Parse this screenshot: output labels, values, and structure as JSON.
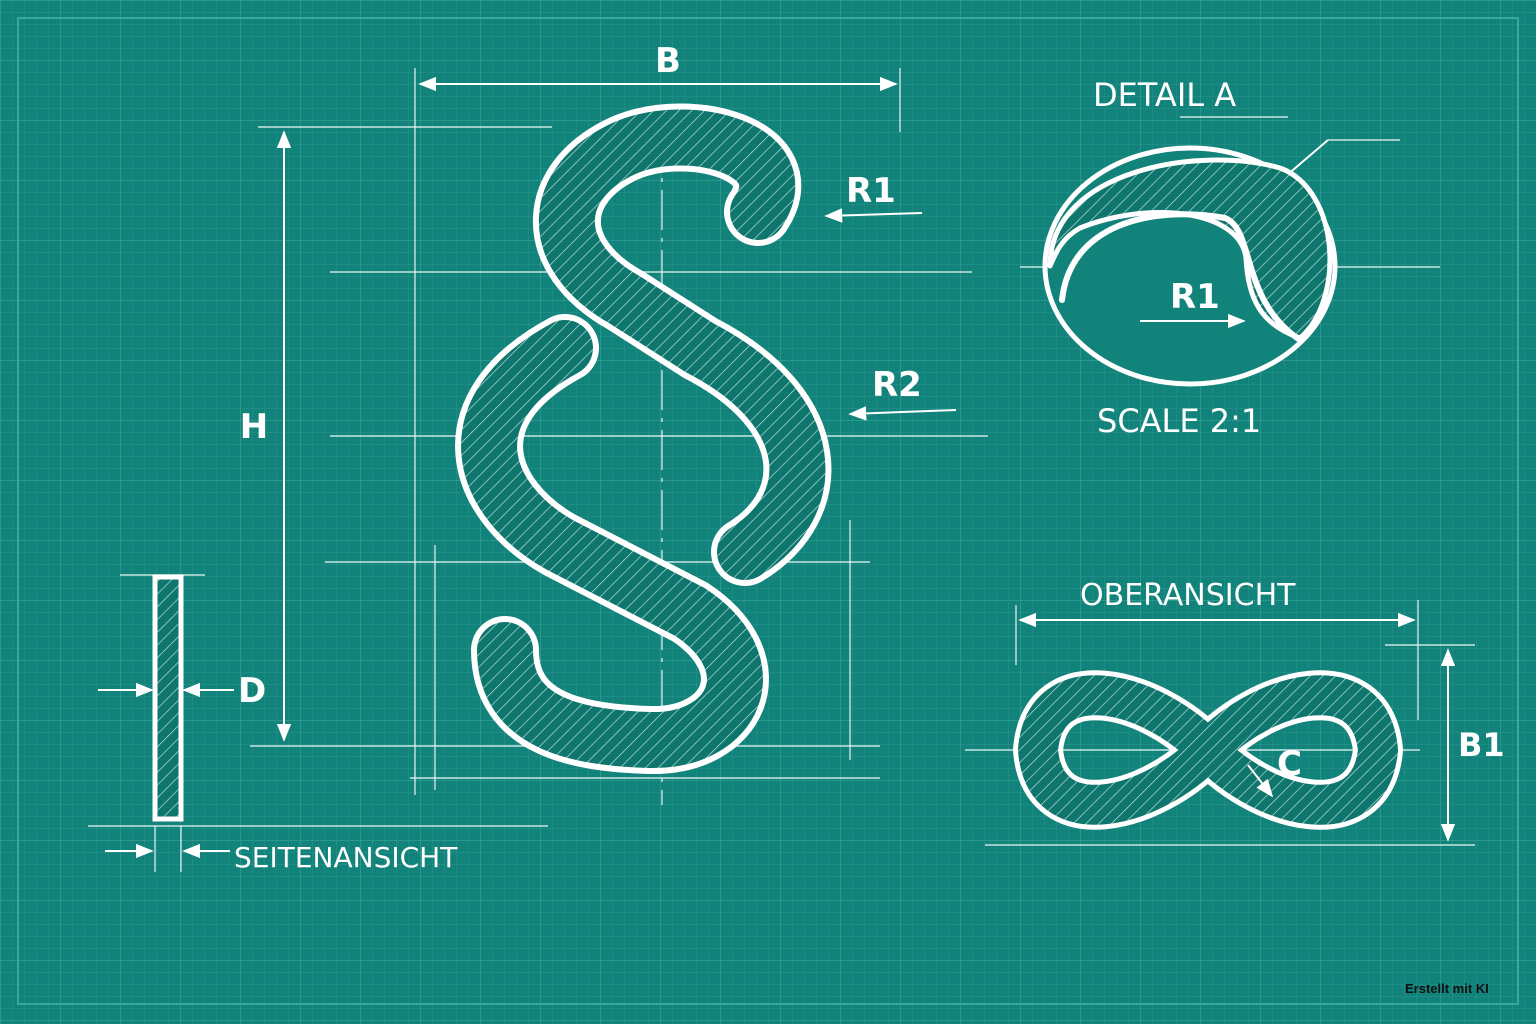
{
  "labels": {
    "width": "B",
    "height": "H",
    "radius_small": "R1",
    "radius_large": "R2",
    "thickness": "D",
    "side_view": "SEITENANSICHT",
    "detail_title": "DETAIL A",
    "detail_radius": "R1",
    "detail_scale": "SCALE 2:1",
    "top_view": "OBERANSICHT",
    "top_width": "B1",
    "top_curve": "C"
  },
  "footer": {
    "watermark": "Erstellt mit KI"
  },
  "colors": {
    "background": "#12837a",
    "lines": "#ffffff",
    "hatch_fill": "#0f766d",
    "watermark": "#111111"
  }
}
